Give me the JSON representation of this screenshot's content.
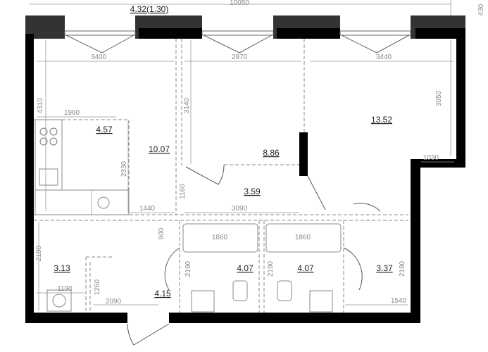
{
  "title_area": "4.32(1.30)",
  "rooms": {
    "kitchen": "4.57",
    "living": "10.07",
    "bedroom_mid": "8.86",
    "bedroom_right": "13.52",
    "hall": "3.59",
    "storage": "3.13",
    "entry": "4.15",
    "bath_left": "4.07",
    "bath_right": "4.07",
    "corridor_right": "3.37"
  },
  "dimensions": {
    "total_width": "10050",
    "balcony_depth": "430",
    "w1": "3400",
    "w2": "2970",
    "w3": "3440",
    "h_left": "4310",
    "h_mid": "3140",
    "h_right": "3050",
    "kitchen_w": "1960",
    "kitchen_h": "2330",
    "step": "1030",
    "door_h": "1160",
    "hall_a": "1440",
    "hall_b": "3090",
    "tub_h": "900",
    "tub1": "1860",
    "tub2": "1860",
    "h1": "2190",
    "h2": "2190",
    "h3": "2190",
    "h4": "2190",
    "closet_h": "1260",
    "closet_w": "1190",
    "entry_w": "2090",
    "corr_w": "1540"
  }
}
